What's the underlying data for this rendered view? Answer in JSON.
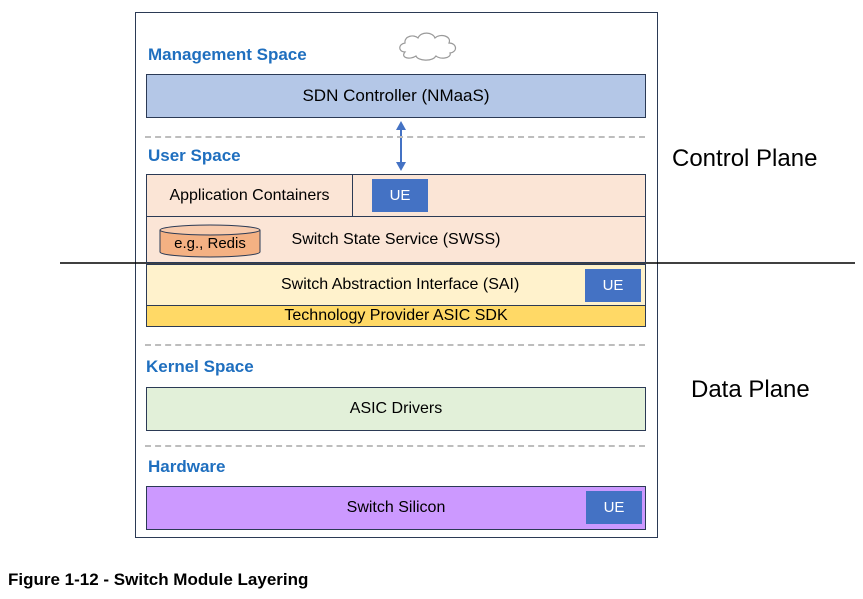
{
  "diagram": {
    "sections": {
      "management": "Management Space",
      "user": "User Space",
      "kernel": "Kernel Space",
      "hardware": "Hardware"
    },
    "boxes": {
      "sdn_controller": "SDN Controller (NMaaS)",
      "app_containers": "Application Containers",
      "swss": "Switch State Service (SWSS)",
      "redis": "e.g., Redis",
      "sai": "Switch Abstraction Interface (SAI)",
      "asic_sdk": "Technology Provider ASIC SDK",
      "asic_drivers": "ASIC Drivers",
      "switch_silicon": "Switch Silicon"
    },
    "ue_label": "UE",
    "planes": {
      "control": "Control Plane",
      "data": "Data Plane"
    },
    "caption": "Figure 1-12 - Switch Module Layering",
    "colors": {
      "sdn": "#b4c7e7",
      "user_space": "#fbe5d6",
      "sai": "#fff2cc",
      "asic_sdk": "#ffd966",
      "asic_drivers": "#e2f0d9",
      "switch_silicon": "#cc99ff",
      "redis": "#f4b183",
      "ue": "#4472c4",
      "section_title": "#1f6fbf"
    }
  }
}
